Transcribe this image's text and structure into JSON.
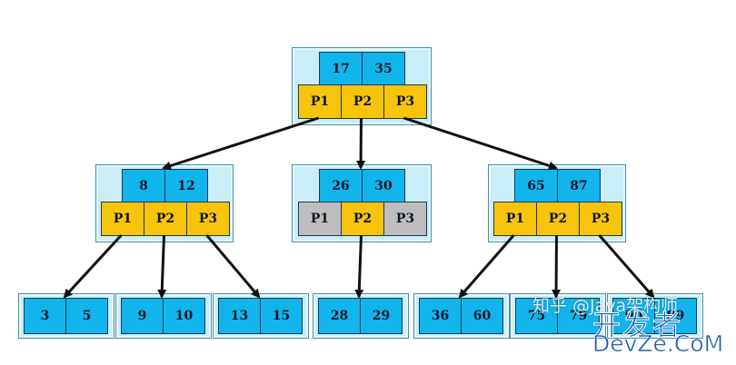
{
  "tree": {
    "root": {
      "keys": [
        "17",
        "35"
      ],
      "pointers": [
        "P1",
        "P2",
        "P3"
      ]
    },
    "internal": [
      {
        "keys": [
          "8",
          "12"
        ],
        "pointers": [
          "P1",
          "P2",
          "P3"
        ]
      },
      {
        "keys": [
          "26",
          "30"
        ],
        "pointers": [
          "P1",
          "P2",
          "P3"
        ],
        "inactive_pointers": [
          0,
          2
        ]
      },
      {
        "keys": [
          "65",
          "87"
        ],
        "pointers": [
          "P1",
          "P2",
          "P3"
        ]
      }
    ],
    "leaves": [
      {
        "keys": [
          "3",
          "5"
        ]
      },
      {
        "keys": [
          "9",
          "10"
        ]
      },
      {
        "keys": [
          "13",
          "15"
        ]
      },
      {
        "keys": [
          "28",
          "29"
        ]
      },
      {
        "keys": [
          "36",
          "60"
        ]
      },
      {
        "keys": [
          "75",
          "79"
        ]
      },
      {
        "keys": [
          "90",
          "99"
        ]
      }
    ]
  },
  "colors": {
    "key_cell": "#12b4ec",
    "pointer_cell": "#f7c30b",
    "inactive_pointer_cell": "#bdbdbd",
    "node_frame": "#c9eef8",
    "arrow": "#111111"
  },
  "watermark": {
    "zhihu": "知乎 @Java架构师",
    "brand": "开发者",
    "site": "DevZe.CoM"
  }
}
